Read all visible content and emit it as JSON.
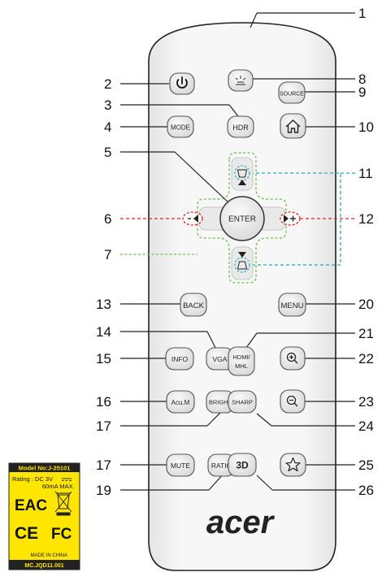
{
  "callouts": [
    "1",
    "2",
    "3",
    "4",
    "5",
    "6",
    "7",
    "8",
    "9",
    "10",
    "11",
    "12",
    "13",
    "14",
    "15",
    "16",
    "17",
    "17",
    "19",
    "20",
    "21",
    "22",
    "23",
    "24",
    "25",
    "26"
  ],
  "buttons": {
    "source": "SOURCE",
    "hdr": "HDR",
    "mode": "MODE",
    "enter": "ENTER",
    "back": "BACK",
    "menu": "MENU",
    "vga": "VGA",
    "hdmi_line1": "HDMI/",
    "hdmi_line2": "MHL",
    "info": "INFO",
    "acum": "Acu.M",
    "bright": "BRIGHT",
    "sharp": "SHARP",
    "mute": "MUTE",
    "ratio": "RATIO",
    "three_d": "3D"
  },
  "brand": "acer",
  "label": {
    "model": "Model No:J-25101",
    "rating_line1": "Rating : DC 3V",
    "rating_line2": "60mA MAX.",
    "eac": "EAC",
    "ce": "CE",
    "fc": "FC",
    "made_in": "MADE IN CHINA",
    "part_no": "MC.JQD11.001"
  },
  "colors": {
    "remote_body": "#f3f3f3",
    "remote_outline": "#222222",
    "button_fill": "#e6e6e6",
    "button_outline": "#555555",
    "red_guide": "#d9241c",
    "blue_guide": "#2aa7b8",
    "green_guide": "#6abf4b",
    "label_yellow": "#ffe600"
  }
}
